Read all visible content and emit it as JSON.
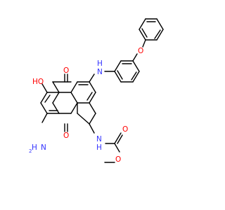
{
  "atoms": {
    "hydroxyl": "HO",
    "carbonyl_top": "O",
    "carbonyl_bottom": "O",
    "amine_nh_top": "H",
    "amine_nh_top_n": "N",
    "amino_nh2_n": "N",
    "amino_nh2_h": "H",
    "amino_nh2_sub": "2",
    "carbamate_nh_n": "N",
    "carbamate_nh_h": "H",
    "ether_o": "O",
    "carbamate_o1": "O",
    "carbamate_o2": "O"
  },
  "colors": {
    "bond": "#000000",
    "nitrogen": "#3333ff",
    "oxygen": "#ff0000",
    "background": "#ffffff"
  }
}
